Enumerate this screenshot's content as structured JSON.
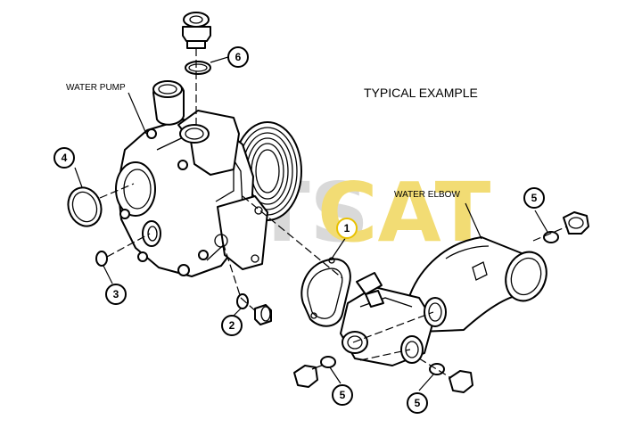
{
  "diagram": {
    "title": "TYPICAL EXAMPLE",
    "labels": {
      "water_pump": "WATER PUMP",
      "water_elbow": "WATER ELBOW"
    },
    "watermark": {
      "part1": "FTS",
      "part2": "CAT"
    },
    "callouts": [
      "1",
      "2",
      "3",
      "4",
      "5",
      "5",
      "5",
      "6"
    ],
    "colors": {
      "line": "#000000",
      "watermark_gray": "#d9d9d9",
      "watermark_yellow": "#f2dc74",
      "highlight": "#e8c100"
    }
  }
}
